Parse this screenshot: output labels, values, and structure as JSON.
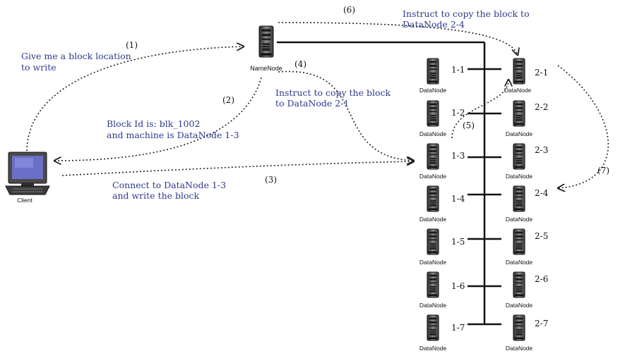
{
  "steps": {
    "s1": "(1)",
    "s2": "(2)",
    "s3": "(3)",
    "s4": "(4)",
    "s5": "(5)",
    "s6": "(6)",
    "s7": "(7)"
  },
  "messages": {
    "give_line1": "Give me a block location",
    "give_line2": "to write",
    "block_line1": "Block Id is: blk_1002",
    "block_line2": "and machine is  DataNode 1-3",
    "connect_line1": "Connect to DataNode 1-3",
    "connect_line2": "and write the block",
    "instruct21_line1": "Instruct to copy the block",
    "instruct21_line2": "to DataNode 2-1",
    "instruct24_line1": "Instruct to copy the block to",
    "instruct24_line2": "DataNode 2-4"
  },
  "nodes": {
    "namenode": "NameNode",
    "client": "Client",
    "datanode": "DataNode"
  },
  "rack1": [
    "1-1",
    "1-2",
    "1-3",
    "1-4",
    "1-5",
    "1-6",
    "1-7"
  ],
  "rack2": [
    "2-1",
    "2-2",
    "2-3",
    "2-4",
    "2-5",
    "2-6",
    "2-7"
  ],
  "colors": {
    "message_text": "#2e3a8c",
    "label_text": "#111111",
    "line": "#111111",
    "screen": "#6b6fc8"
  }
}
